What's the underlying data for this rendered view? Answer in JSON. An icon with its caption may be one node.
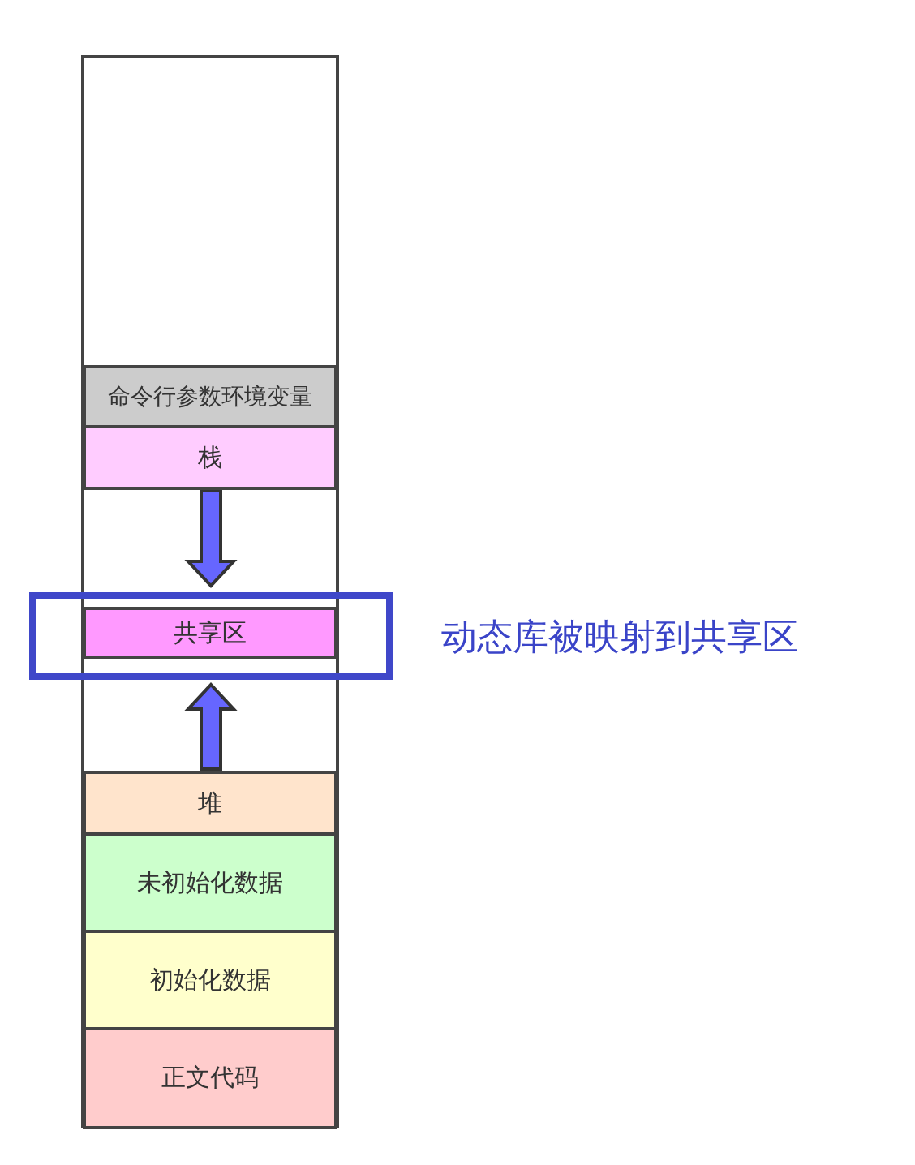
{
  "diagram": {
    "nodes": [
      {
        "text": [
          "命令行参数环境变量"
        ]
      },
      {
        "text": [
          "栈"
        ]
      },
      {
        "text": [
          "共享区"
        ]
      },
      {
        "text": [
          "堆"
        ]
      },
      {
        "text": [
          "未初始化数据"
        ]
      },
      {
        "text": [
          "初始化数据"
        ]
      },
      {
        "text": [
          "正文代码"
        ]
      }
    ],
    "edges": [
      {
        "from": 1,
        "to": 2,
        "arrow": "to"
      },
      {
        "from": 3,
        "to": 2,
        "arrow": "to"
      }
    ],
    "labels": [
      "动态库被映射到共享区"
    ]
  }
}
